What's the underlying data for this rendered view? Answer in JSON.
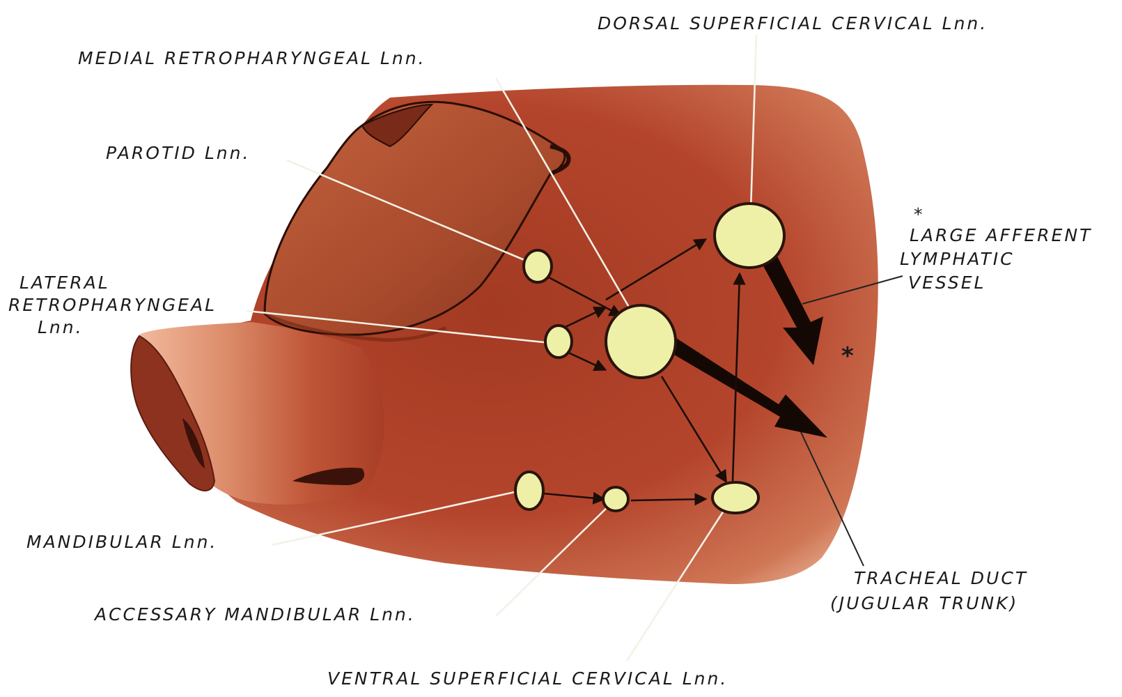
{
  "labels": {
    "dorsal_superficial_cervical": "DORSAL SUPERFICIAL CERVICAL Lnn.",
    "medial_retropharyngeal": "MEDIAL RETROPHARYNGEAL Lnn.",
    "parotid": "PAROTID Lnn.",
    "lateral_retropharyngeal_1": "LATERAL",
    "lateral_retropharyngeal_2": "RETROPHARYNGEAL",
    "lateral_retropharyngeal_3": "Lnn.",
    "large_afferent_star": "*",
    "large_afferent_1": "LARGE AFFERENT",
    "large_afferent_2": "LYMPHATIC",
    "large_afferent_3": "VESSEL",
    "afferent_arrow_star": "*",
    "mandibular": "MANDIBULAR Lnn.",
    "accessory_mandibular": "ACCESSARY MANDIBULAR Lnn.",
    "tracheal_duct_1": "TRACHEAL DUCT",
    "tracheal_duct_2": "(JUGULAR TRUNK)",
    "ventral_superficial_cervical": "VENTRAL SUPERFICIAL CERVICAL Lnn."
  },
  "colors": {
    "tissue_dark": "#7a2a18",
    "tissue_mid": "#b4452c",
    "tissue_light": "#e8a183",
    "node_fill": "#eef0a8",
    "ink": "#1b0d08"
  }
}
